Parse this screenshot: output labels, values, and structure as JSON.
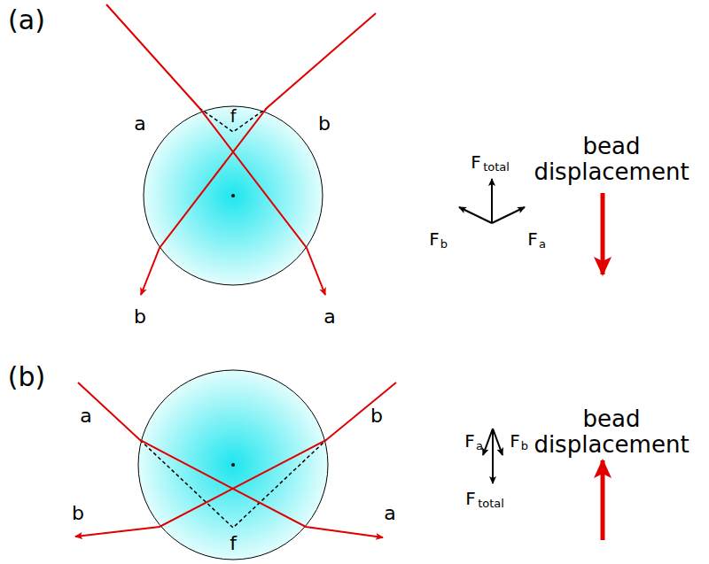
{
  "diagram": {
    "labels": [
      "(a)",
      "a",
      "b",
      "f",
      "b",
      "a",
      "F",
      "total",
      "F",
      "b",
      "F",
      "a",
      "bead displacement",
      "(b)",
      "a",
      "b",
      "f",
      "b",
      "a",
      "F",
      "a",
      "F",
      "b",
      "F",
      "total",
      "bead displacement"
    ]
  }
}
